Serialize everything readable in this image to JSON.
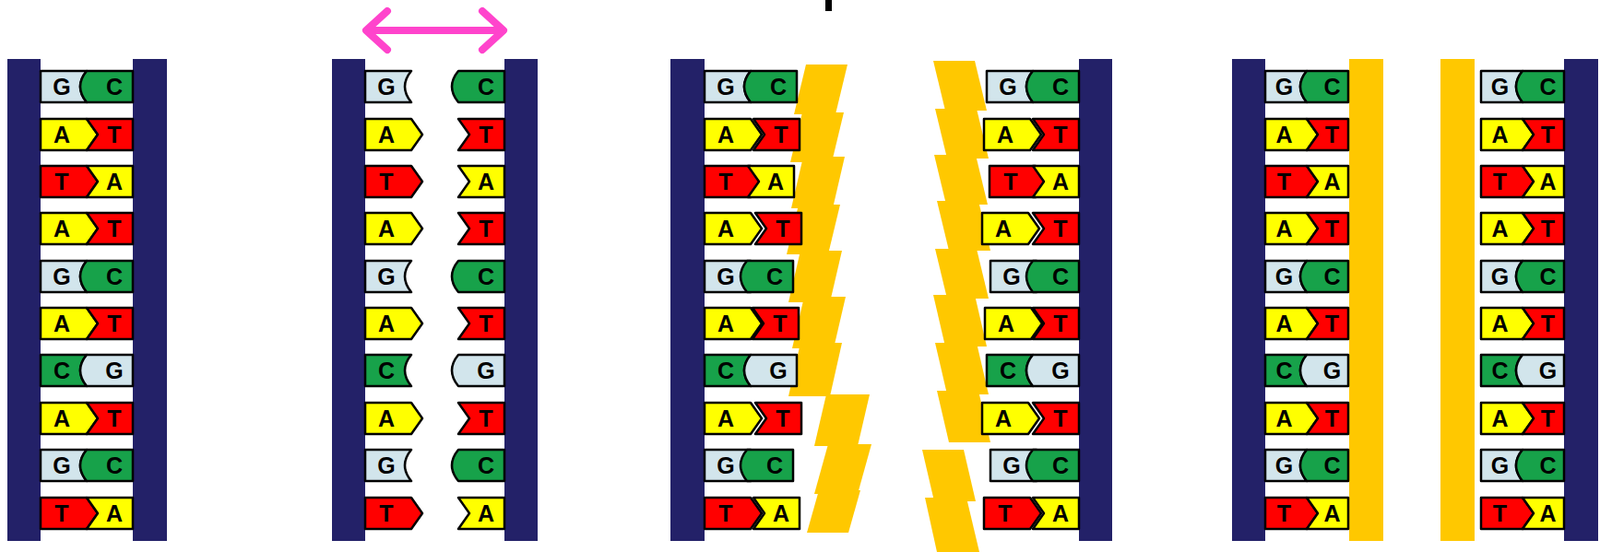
{
  "diagram": {
    "nodes": [
      {
        "text": [
          "G"
        ]
      },
      {
        "text": [
          "C"
        ]
      },
      {
        "text": [
          "A"
        ]
      },
      {
        "text": [
          "T"
        ]
      },
      {
        "text": [
          "T"
        ]
      },
      {
        "text": [
          "A"
        ]
      },
      {
        "text": [
          "A"
        ]
      },
      {
        "text": [
          "T"
        ]
      },
      {
        "text": [
          "G"
        ]
      },
      {
        "text": [
          "C"
        ]
      },
      {
        "text": [
          "A"
        ]
      },
      {
        "text": [
          "T"
        ]
      },
      {
        "text": [
          "C"
        ]
      },
      {
        "text": [
          "G"
        ]
      },
      {
        "text": [
          "A"
        ]
      },
      {
        "text": [
          "T"
        ]
      },
      {
        "text": [
          "G"
        ]
      },
      {
        "text": [
          "C"
        ]
      },
      {
        "text": [
          "T"
        ]
      },
      {
        "text": [
          "A"
        ]
      },
      {
        "text": [
          "G"
        ]
      },
      {
        "text": [
          "C"
        ]
      },
      {
        "text": [
          "A"
        ]
      },
      {
        "text": [
          "T"
        ]
      },
      {
        "text": [
          "T"
        ]
      },
      {
        "text": [
          "A"
        ]
      },
      {
        "text": [
          "A"
        ]
      },
      {
        "text": [
          "T"
        ]
      },
      {
        "text": [
          "G"
        ]
      },
      {
        "text": [
          "C"
        ]
      },
      {
        "text": [
          "A"
        ]
      },
      {
        "text": [
          "T"
        ]
      },
      {
        "text": [
          "C"
        ]
      },
      {
        "text": [
          "G"
        ]
      },
      {
        "text": [
          "A"
        ]
      },
      {
        "text": [
          "T"
        ]
      },
      {
        "text": [
          "G"
        ]
      },
      {
        "text": [
          "C"
        ]
      },
      {
        "text": [
          "T"
        ]
      },
      {
        "text": [
          "A"
        ]
      },
      {
        "text": [
          "G"
        ]
      },
      {
        "text": [
          "C"
        ]
      },
      {
        "text": [
          "G"
        ]
      },
      {
        "text": [
          "C"
        ]
      },
      {
        "text": [
          "A"
        ]
      },
      {
        "text": [
          "T"
        ]
      },
      {
        "text": [
          "A"
        ]
      },
      {
        "text": [
          "T"
        ]
      },
      {
        "text": [
          "T"
        ]
      },
      {
        "text": [
          "A"
        ]
      },
      {
        "text": [
          "T"
        ]
      },
      {
        "text": [
          "A"
        ]
      },
      {
        "text": [
          "A"
        ]
      },
      {
        "text": [
          "T"
        ]
      },
      {
        "text": [
          "A"
        ]
      },
      {
        "text": [
          "T"
        ]
      },
      {
        "text": [
          "G"
        ]
      },
      {
        "text": [
          "C"
        ]
      },
      {
        "text": [
          "G"
        ]
      },
      {
        "text": [
          "C"
        ]
      },
      {
        "text": [
          "A"
        ]
      },
      {
        "text": [
          "T"
        ]
      },
      {
        "text": [
          "A"
        ]
      },
      {
        "text": [
          "T"
        ]
      },
      {
        "text": [
          "C"
        ]
      },
      {
        "text": [
          "G"
        ]
      },
      {
        "text": [
          "C"
        ]
      },
      {
        "text": [
          "G"
        ]
      },
      {
        "text": [
          "A"
        ]
      },
      {
        "text": [
          "T"
        ]
      },
      {
        "text": [
          "A"
        ]
      },
      {
        "text": [
          "T"
        ]
      },
      {
        "text": [
          "G"
        ]
      },
      {
        "text": [
          "C"
        ]
      },
      {
        "text": [
          "G"
        ]
      },
      {
        "text": [
          "C"
        ]
      },
      {
        "text": [
          "T"
        ]
      },
      {
        "text": [
          "A"
        ]
      },
      {
        "text": [
          "T"
        ]
      },
      {
        "text": [
          "A"
        ]
      },
      {
        "text": [
          "G"
        ]
      },
      {
        "text": [
          "C"
        ]
      },
      {
        "text": [
          "G"
        ]
      },
      {
        "text": [
          "C"
        ]
      },
      {
        "text": [
          "A"
        ]
      },
      {
        "text": [
          "T"
        ]
      },
      {
        "text": [
          "A"
        ]
      },
      {
        "text": [
          "T"
        ]
      },
      {
        "text": [
          "T"
        ]
      },
      {
        "text": [
          "A"
        ]
      },
      {
        "text": [
          "T"
        ]
      },
      {
        "text": [
          "A"
        ]
      },
      {
        "text": [
          "A"
        ]
      },
      {
        "text": [
          "T"
        ]
      },
      {
        "text": [
          "A"
        ]
      },
      {
        "text": [
          "T"
        ]
      },
      {
        "text": [
          "G"
        ]
      },
      {
        "text": [
          "C"
        ]
      },
      {
        "text": [
          "G"
        ]
      },
      {
        "text": [
          "C"
        ]
      },
      {
        "text": [
          "A"
        ]
      },
      {
        "text": [
          "T"
        ]
      },
      {
        "text": [
          "A"
        ]
      },
      {
        "text": [
          "T"
        ]
      },
      {
        "text": [
          "C"
        ]
      },
      {
        "text": [
          "G"
        ]
      },
      {
        "text": [
          "C"
        ]
      },
      {
        "text": [
          "G"
        ]
      },
      {
        "text": [
          "A"
        ]
      },
      {
        "text": [
          "T"
        ]
      },
      {
        "text": [
          "A"
        ]
      },
      {
        "text": [
          "T"
        ]
      },
      {
        "text": [
          "G"
        ]
      },
      {
        "text": [
          "C"
        ]
      },
      {
        "text": [
          "G"
        ]
      },
      {
        "text": [
          "C"
        ]
      },
      {
        "text": [
          "T"
        ]
      },
      {
        "text": [
          "A"
        ]
      },
      {
        "text": [
          "T"
        ]
      },
      {
        "text": [
          "A"
        ]
      }
    ]
  }
}
